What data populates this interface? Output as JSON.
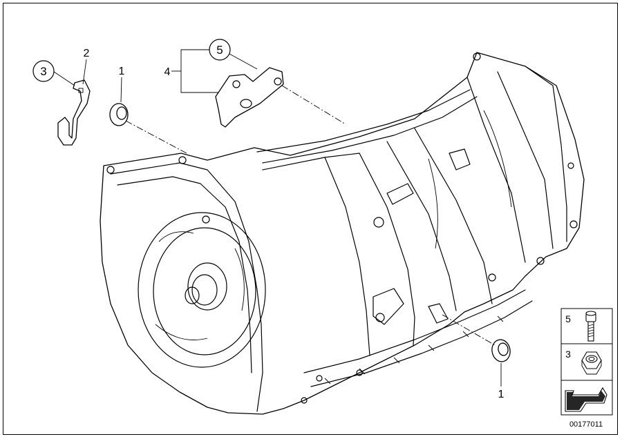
{
  "diagram": {
    "callouts": [
      {
        "id": "callout-3-circled",
        "label": "3"
      },
      {
        "id": "callout-2",
        "label": "2"
      },
      {
        "id": "callout-1-top",
        "label": "1"
      },
      {
        "id": "callout-5-circled",
        "label": "5"
      },
      {
        "id": "callout-4",
        "label": "4"
      },
      {
        "id": "callout-1-bottom",
        "label": "1"
      }
    ],
    "legend": {
      "items": [
        {
          "label": "5",
          "icon": "bolt-icon"
        },
        {
          "label": "3",
          "icon": "nut-icon"
        }
      ],
      "arrow_icon": "direction-arrow-icon"
    },
    "image_number": "00177011"
  }
}
